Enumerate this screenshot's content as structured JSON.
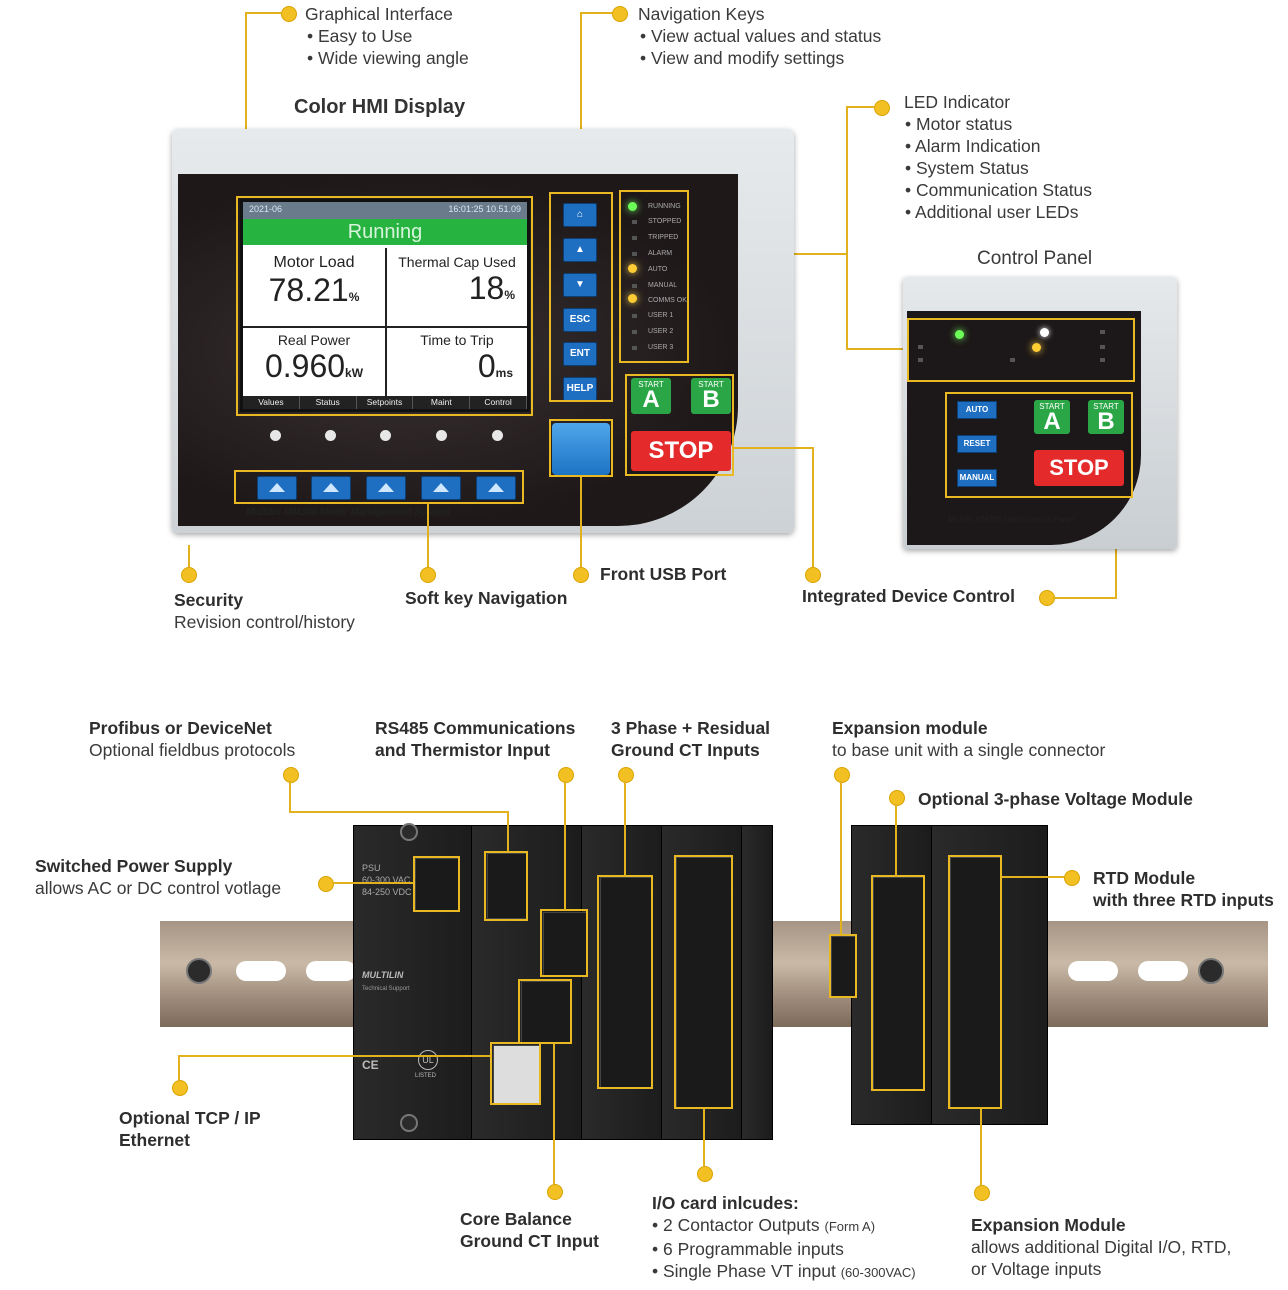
{
  "top": {
    "graphical_interface": {
      "title": "Graphical Interface",
      "items": [
        "• Easy to Use",
        "• Wide viewing angle"
      ]
    },
    "navigation_keys": {
      "title": "Navigation Keys",
      "items": [
        "• View actual values and status",
        "• View and modify settings"
      ]
    },
    "led_indicator": {
      "title": "LED Indicator",
      "items": [
        "• Motor status",
        "• Alarm Indication",
        "• System Status",
        "• Communication Status",
        "• Additional user LEDs"
      ]
    },
    "color_hmi_display": "Color HMI Display",
    "control_panel_title": "Control Panel",
    "security": {
      "title": "Security",
      "sub": "Revision control/history"
    },
    "soft_key": "Soft key Navigation",
    "front_usb": "Front USB Port",
    "integrated_control": "Integrated Device Control"
  },
  "hmi": {
    "status_left": "2021-06",
    "status_right": "16:01:25  10.51.09",
    "running": "Running",
    "cells": [
      {
        "title": "Motor Load",
        "value": "78.21",
        "unit": "%"
      },
      {
        "title": "Thermal Cap Used",
        "value": "18",
        "unit": "%"
      },
      {
        "title": "Real Power",
        "value": "0.960",
        "unit": "kW"
      },
      {
        "title": "Time to Trip",
        "value": "0",
        "unit": "ms"
      }
    ],
    "softkeys": [
      "Values",
      "Status",
      "Setpoints",
      "Maint",
      "Control"
    ],
    "nav_buttons": [
      "⌂",
      "▲",
      "▼",
      "ESC",
      "ENT",
      "HELP"
    ],
    "leds": [
      "RUNNING",
      "STOPPED",
      "TRIPPED",
      "ALARM",
      "AUTO",
      "MANUAL",
      "COMMS OK",
      "USER 1",
      "USER 2",
      "USER 3"
    ],
    "start_a": {
      "small": "START",
      "letter": "A"
    },
    "start_b": {
      "small": "START",
      "letter": "B"
    },
    "stop": "STOP",
    "brand_line": "Multilin MM300 Motor Management System"
  },
  "control_panel": {
    "buttons": [
      "AUTO",
      "RESET",
      "MANUAL"
    ],
    "start_a": {
      "small": "START",
      "letter": "A"
    },
    "start_b": {
      "small": "START",
      "letter": "B"
    },
    "stop": "STOP",
    "brand_line": "Multilin MM300 Hand Control Panel"
  },
  "bottom": {
    "profibus": {
      "title": "Profibus or DeviceNet",
      "sub": "Optional fieldbus protocols"
    },
    "rs485": {
      "line1": "RS485 Communications",
      "line2": "and Thermistor Input"
    },
    "three_phase": {
      "line1": "3 Phase + Residual",
      "line2": "Ground CT Inputs"
    },
    "expansion_top": {
      "title": "Expansion module",
      "sub": "to base unit with a single connector"
    },
    "voltage_module": "Optional 3-phase Voltage Module",
    "switched_psu": {
      "title": "Switched Power Supply",
      "sub": "allows AC or DC control votlage"
    },
    "rtd_module": {
      "line1": "RTD Module",
      "line2": "with three RTD inputs"
    },
    "tcp_ip": {
      "line1": "Optional TCP / IP",
      "line2": "Ethernet"
    },
    "core_balance": {
      "line1": "Core Balance",
      "line2": "Ground CT Input"
    },
    "io_card": {
      "title": "I/O card inlcudes:",
      "items": [
        {
          "text": "• 2 Contactor Outputs",
          "note": "(Form A)"
        },
        {
          "text": "• 6 Programmable inputs",
          "note": ""
        },
        {
          "text": "• Single Phase VT input",
          "note": "(60-300VAC)"
        }
      ]
    },
    "expansion_bottom": {
      "title": "Expansion Module",
      "line1": "allows additional Digital I/O, RTD,",
      "line2": "or Voltage inputs"
    },
    "psu_face": {
      "psu": "PSU",
      "v1": "60-300 VAC",
      "v2": "84-250 VDC",
      "brand": "MULTILIN",
      "support": "Technical Support",
      "ce": "CE",
      "ul": "UL",
      "listed": "LISTED"
    }
  },
  "colors": {
    "accent": "#e8b923",
    "running_green": "#27b340",
    "stop_red": "#e42a2a",
    "key_blue": "#1e6fc2"
  }
}
